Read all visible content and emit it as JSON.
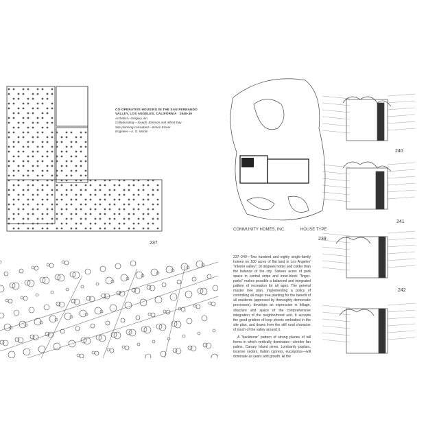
{
  "left_page": {
    "caption": {
      "title_line1": "CO-OPERATIVE HOUSING IN THE SAN FERNANDO",
      "title_line2": "VALLEY, LOS ANGELES, CALIFORNIA",
      "years": "1945-49",
      "credits": [
        "Architect—Gregory Ain",
        "Collaborating—Joseph Johnson and Alfred Day",
        "Site planning consultant—Simon Eisner",
        "Engineer—A. O. Martin"
      ]
    },
    "figure_number": "237"
  },
  "right_page": {
    "plan_caption": "COMMUNITY HOMES, INC.",
    "plan_subcaption": "HOUSE TYPE",
    "figure_239": "239",
    "sketch_numbers": [
      "240",
      "241",
      "242"
    ],
    "body_text": [
      "237–249—Two hundred and eighty single-family homes on 100 acres of flat land in Los Angeles' \"interior valley\"; 10 degrees hotter and colder than the balance of the city. Sixteen acres of park space in central strips and inner-block \"finger-parks\" makes possible a balanced and integrated pattern of recreation for all ages. The general master tree plan, implementing a policy of controlling all major tree planting for the benefit of all residents (approved by thoroughly democratic processes), develops an expression in foliage, structure and space of the comprehensive integration of the neighborhood unit. It accepts the good gridiron of loop streets embodied in the site plan, and draws from the still rural character of much of the valley around it.",
      "A \"backbone\" pattern of strong planes of tall forms in which vertically dominates—slender fan palms, Canary Island pines, Lombardy poplars, incense cedars, Italian cypress, eucalyptus—will dominate as years add growth. At the"
    ]
  }
}
